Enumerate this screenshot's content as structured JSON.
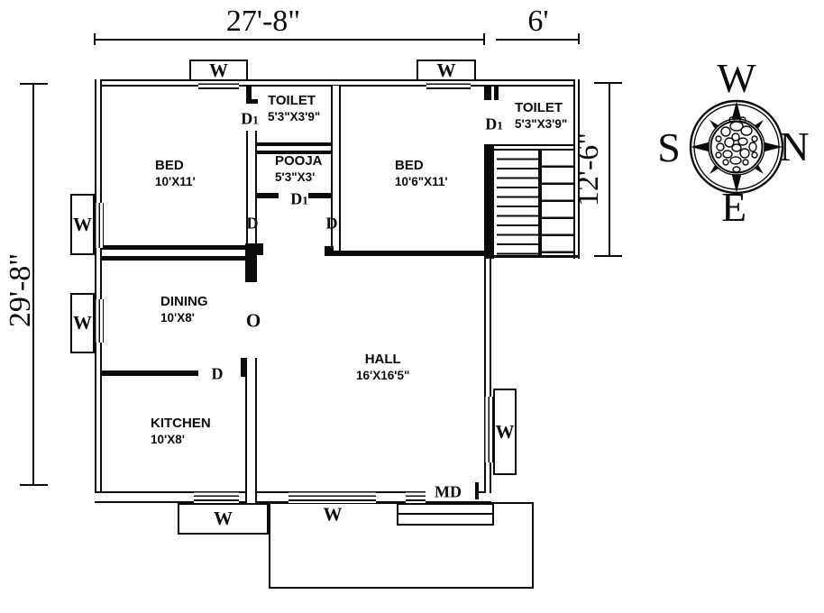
{
  "plan": {
    "dimensions": {
      "top": "27'-8\"",
      "top_annex": "6'",
      "left": "29'-8\"",
      "right": "12'-6\""
    },
    "rooms": {
      "bed1": {
        "name": "BED",
        "size": "10'X11'"
      },
      "toilet1": {
        "name": "TOILET",
        "size": "5'3\"X3'9\""
      },
      "pooja": {
        "name": "POOJA",
        "size": "5'3\"X3'"
      },
      "bed2": {
        "name": "BED",
        "size": "10'6\"X11'"
      },
      "toilet2": {
        "name": "TOILET",
        "size": "5'3\"X3'9\""
      },
      "dining": {
        "name": "DINING",
        "size": "10'X8'"
      },
      "hall": {
        "name": "HALL",
        "size": "16'X16'5\""
      },
      "kitchen": {
        "name": "KITCHEN",
        "size": "10'X8'"
      }
    },
    "labels": {
      "window": "W",
      "door": "D",
      "door1_main": "D",
      "door1_sub": "1",
      "opening": "O",
      "main_door": "MD"
    },
    "line_color": "#0b0b0b"
  },
  "compass": {
    "top": "W",
    "left": "S",
    "right": "N",
    "bottom": "E"
  }
}
